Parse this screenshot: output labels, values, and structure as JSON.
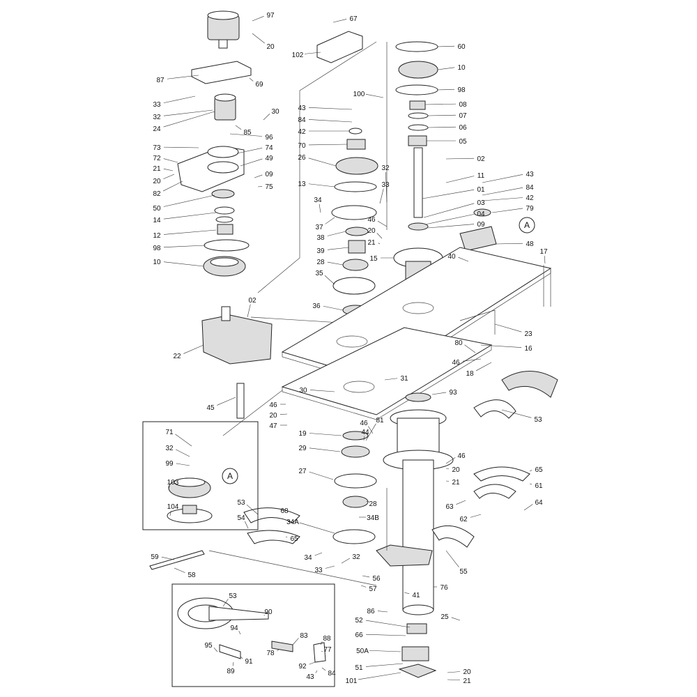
{
  "title": "Exploded parts diagram - gearbox and drive column assembly",
  "callout_letter": "A",
  "labels": [
    "97",
    "20",
    "87",
    "69",
    "33",
    "32",
    "30",
    "24",
    "85",
    "96",
    "73",
    "74",
    "72",
    "49",
    "21",
    "09",
    "20",
    "75",
    "82",
    "50",
    "14",
    "12",
    "98",
    "10",
    "67",
    "102",
    "100",
    "43",
    "84",
    "42",
    "70",
    "26",
    "13",
    "32",
    "33",
    "34",
    "37",
    "46",
    "20",
    "38",
    "21",
    "39",
    "28",
    "35",
    "15",
    "36",
    "02",
    "22",
    "60",
    "10",
    "98",
    "08",
    "07",
    "06",
    "05",
    "02",
    "11",
    "01",
    "03",
    "04",
    "09",
    "43",
    "84",
    "42",
    "79",
    "48",
    "17",
    "40",
    "23",
    "16",
    "80",
    "46",
    "18",
    "31",
    "30",
    "93",
    "45",
    "46",
    "20",
    "47",
    "53",
    "81",
    "46",
    "44",
    "19",
    "29",
    "46",
    "20",
    "21",
    "27",
    "65",
    "61",
    "63",
    "64",
    "62",
    "28",
    "34B",
    "34A",
    "68",
    "53",
    "54",
    "65",
    "34",
    "32",
    "33",
    "55",
    "56",
    "57",
    "41",
    "76",
    "86",
    "25",
    "52",
    "66",
    "50A",
    "51",
    "101",
    "20",
    "21",
    "59",
    "58",
    "71",
    "32",
    "99",
    "103",
    "104",
    "53",
    "90",
    "94",
    "83",
    "88",
    "77",
    "95",
    "78",
    "91",
    "92",
    "84",
    "89",
    "43"
  ]
}
